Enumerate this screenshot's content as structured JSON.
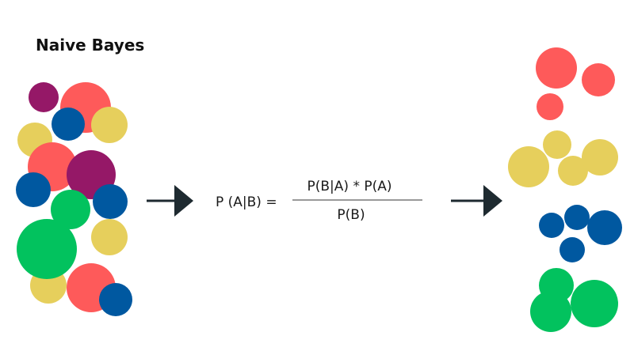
{
  "title": "Naive Bayes",
  "formula": {
    "lhs": "P (A|B) =",
    "numerator": "P(B|A) * P(A)",
    "denominator": "P(B)"
  },
  "colors": {
    "red": "#fe5a5a",
    "yellow": "#e6cf5c",
    "blue": "#0058a0",
    "green": "#02c25e",
    "purple": "#951867",
    "arrow": "#1e2a30"
  },
  "icons": {
    "arrow_left": "arrow-right-icon",
    "arrow_right": "arrow-right-icon"
  }
}
